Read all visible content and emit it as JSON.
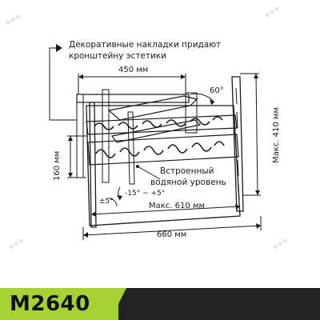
{
  "annotations": {
    "decorative_note_line1": "Декоративные накладки придают",
    "decorative_note_line2": "кронштейну эстетики",
    "width_450": "450 мм",
    "angle_60": "60°",
    "max_height_410": "Макс. 410 мм",
    "height_160": "160 мм",
    "level_line1": "Встроенный",
    "level_line2": "водяной уровень",
    "tilt_range": "-15° ~ +5°",
    "rotate_pm5": "±5°",
    "max_width_610": "Макс. 610 мм",
    "width_660": "660 мм"
  },
  "model": {
    "name": "M2640"
  },
  "colors": {
    "accent_green": "#a6d233",
    "footer_black": "#222222",
    "line": "#1a1a1a"
  }
}
